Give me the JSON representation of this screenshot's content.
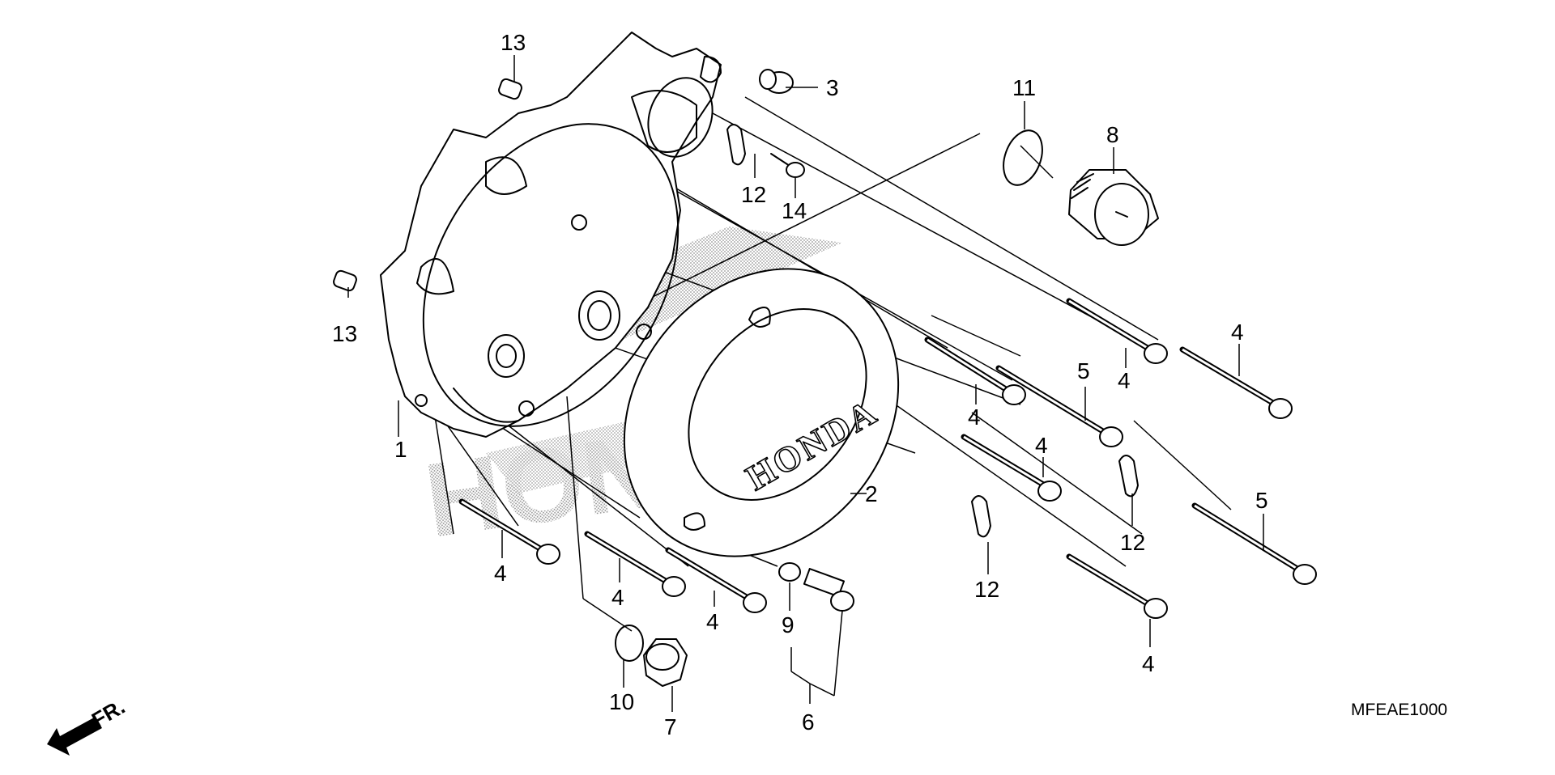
{
  "diagram": {
    "code": "MFEAE1000",
    "direction_label": "FR.",
    "cover_logo": "HONDA",
    "callouts": {
      "c1": "1",
      "c2": "2",
      "c3": "3",
      "c4a": "4",
      "c4b": "4",
      "c4c": "4",
      "c4d": "4",
      "c4e": "4",
      "c4f": "4",
      "c4g": "4",
      "c4h": "4",
      "c5a": "5",
      "c5b": "5",
      "c6": "6",
      "c7": "7",
      "c8": "8",
      "c9": "9",
      "c10": "10",
      "c11": "11",
      "c12a": "12",
      "c12b": "12",
      "c12c": "12",
      "c13a": "13",
      "c13b": "13",
      "c14": "14"
    }
  }
}
